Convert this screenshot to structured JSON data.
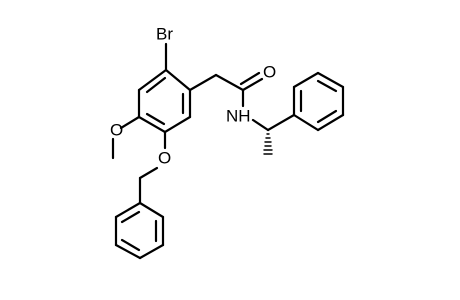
{
  "atoms": {
    "bromine": "Br",
    "methoxy_oxygen": "O",
    "benzyloxy_oxygen": "O",
    "carbonyl_oxygen": "O",
    "amide_nitrogen": "NH"
  },
  "colors": {
    "bonds": "#000000",
    "labels": "#000000",
    "background": "#ffffff"
  }
}
